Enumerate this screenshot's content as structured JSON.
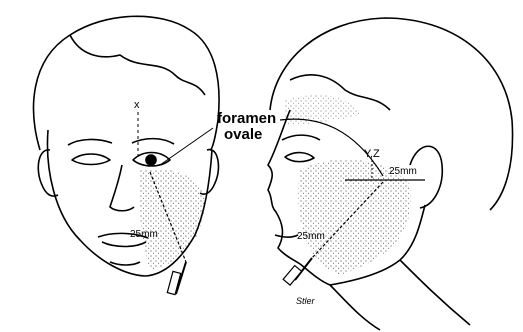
{
  "front_view": {
    "marker_x": "x",
    "structure_label_line1": "foramen",
    "structure_label_line2": "ovale",
    "depth_label": "25mm"
  },
  "lateral_view": {
    "marker_yz": "Y,Z",
    "depth_label_ear": "25mm",
    "depth_label_jaw": "25mm"
  },
  "signature": "Stler"
}
